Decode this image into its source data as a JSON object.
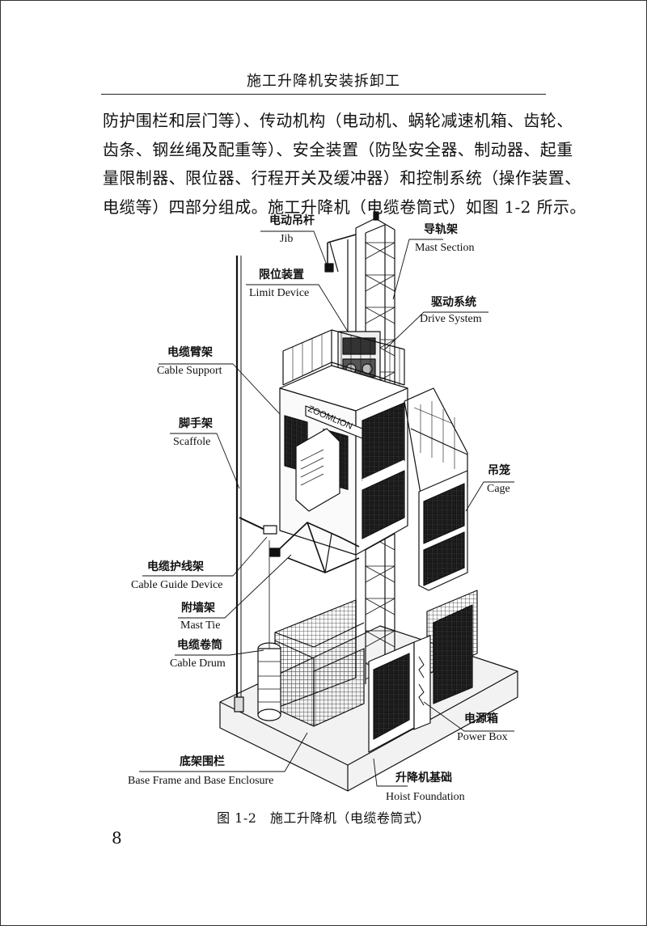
{
  "header": {
    "title": "施工升降机安装拆卸工"
  },
  "body": {
    "lines": [
      "防护围栏和层门等）、传动机构（电动机、蜗轮减速机箱、齿轮、",
      "齿条、钢丝绳及配重等）、安全装置（防坠安全器、制动器、起重",
      "量限制器、限位器、行程开关及缓冲器）和控制系统（操作装置、",
      "电缆等）四部分组成。施工升降机（电缆卷筒式）如图 1-2 所示。"
    ]
  },
  "figure": {
    "labels": {
      "jib": {
        "cn": "电动吊杆",
        "en": "Jib"
      },
      "mast_section": {
        "cn": "导轨架",
        "en": "Mast Section"
      },
      "limit_device": {
        "cn": "限位装置",
        "en": "Limit Device"
      },
      "drive_system": {
        "cn": "驱动系统",
        "en": "Drive System"
      },
      "cable_support": {
        "cn": "电缆臂架",
        "en": "Cable Support"
      },
      "scaffold": {
        "cn": "脚手架",
        "en": "Scaffole"
      },
      "cage": {
        "cn": "吊笼",
        "en": "Cage"
      },
      "cable_guide": {
        "cn": "电缆护线架",
        "en": "Cable Guide Device"
      },
      "mast_tie": {
        "cn": "附墙架",
        "en": "Mast Tie"
      },
      "cable_drum": {
        "cn": "电缆卷筒",
        "en": "Cable Drum"
      },
      "power_box": {
        "cn": "电源箱",
        "en": "Power Box"
      },
      "base_frame": {
        "cn": "底架围栏",
        "en": "Base Frame and Base Enclosure"
      },
      "foundation": {
        "cn": "升降机基础",
        "en": "Hoist Foundation"
      }
    },
    "cage_brand": "ZOOMLION",
    "caption": "图 1-2　施工升降机（电缆卷筒式）"
  },
  "page_number": "8"
}
